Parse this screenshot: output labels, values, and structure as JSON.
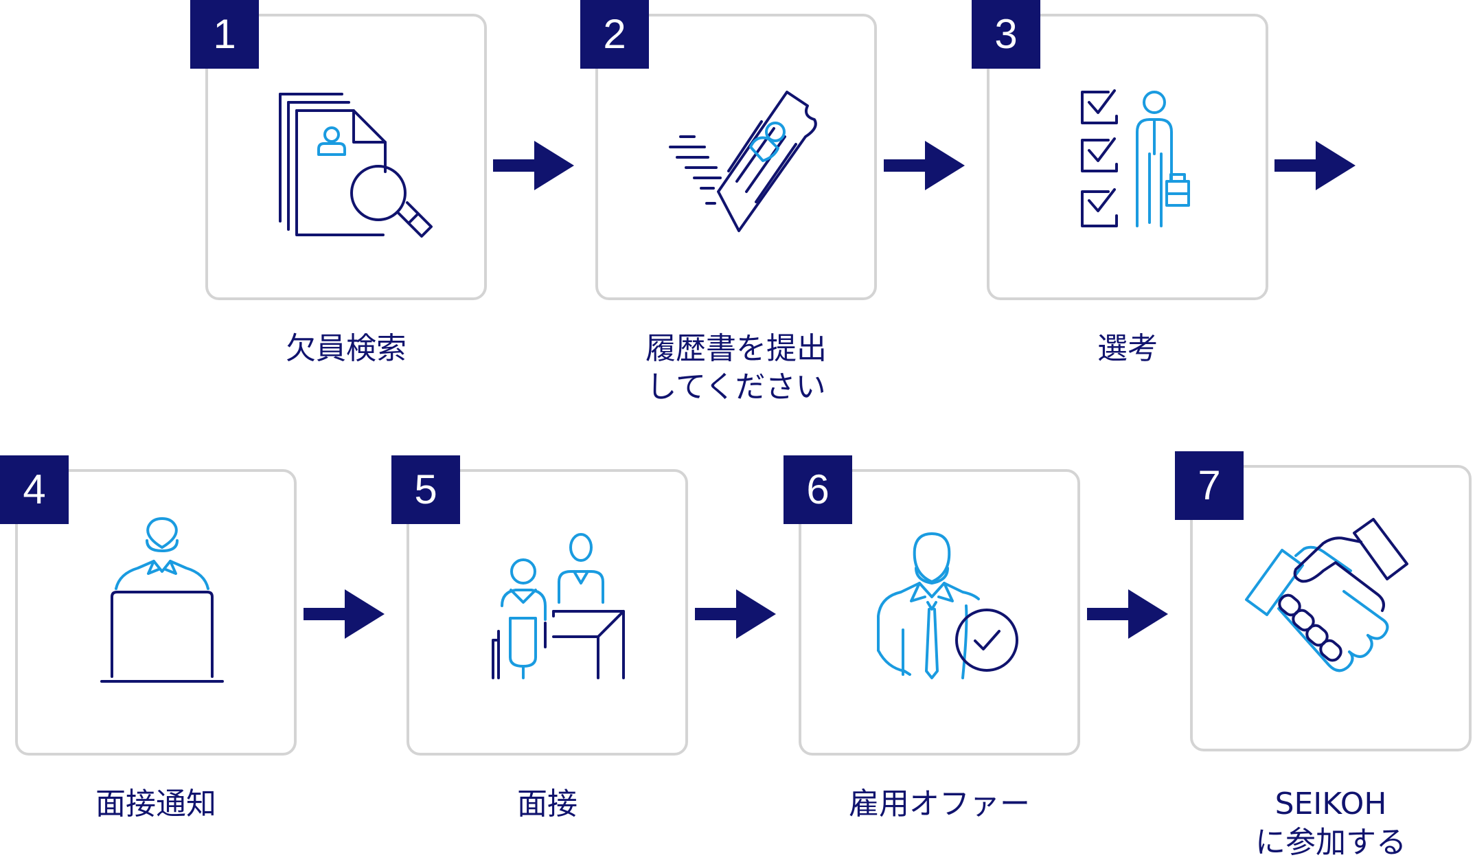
{
  "colors": {
    "navy": "#10136e",
    "blue": "#1a9be0",
    "border": "#d4d4d4"
  },
  "steps": [
    {
      "number": "1",
      "label": "欠員検索",
      "icon": "document-search-icon"
    },
    {
      "number": "2",
      "label": "履歴書を提出\nしてください",
      "icon": "resume-submit-icon"
    },
    {
      "number": "3",
      "label": "選考",
      "icon": "checklist-candidate-icon"
    },
    {
      "number": "4",
      "label": "面接通知",
      "icon": "person-laptop-icon"
    },
    {
      "number": "5",
      "label": "面接",
      "icon": "interview-desk-icon"
    },
    {
      "number": "6",
      "label": "雇用オファー",
      "icon": "person-approved-icon"
    },
    {
      "number": "7",
      "label": "SEIKOH\nに参加する",
      "icon": "handshake-icon"
    }
  ],
  "arrows": [
    "arrow-right-icon",
    "arrow-right-icon",
    "arrow-right-icon",
    "arrow-right-icon",
    "arrow-right-icon",
    "arrow-right-icon"
  ]
}
